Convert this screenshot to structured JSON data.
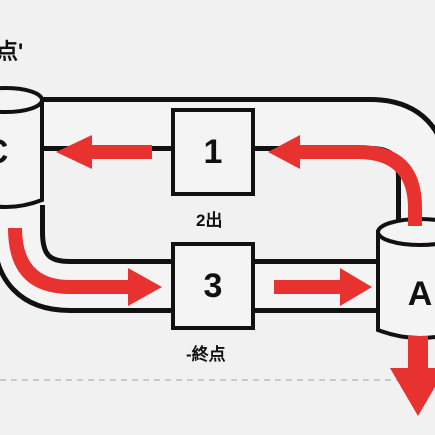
{
  "title_fragment": "点'",
  "nodes": {
    "node_1": "1",
    "node_3": "3",
    "store_c": "C",
    "store_a": "A"
  },
  "captions": {
    "under_node_1": "2出",
    "under_node_3": "-終点"
  },
  "colors": {
    "background": "#f1f1f1",
    "arrow": "#e8322f",
    "outline": "#111111",
    "fill": "#f4f4f4"
  }
}
